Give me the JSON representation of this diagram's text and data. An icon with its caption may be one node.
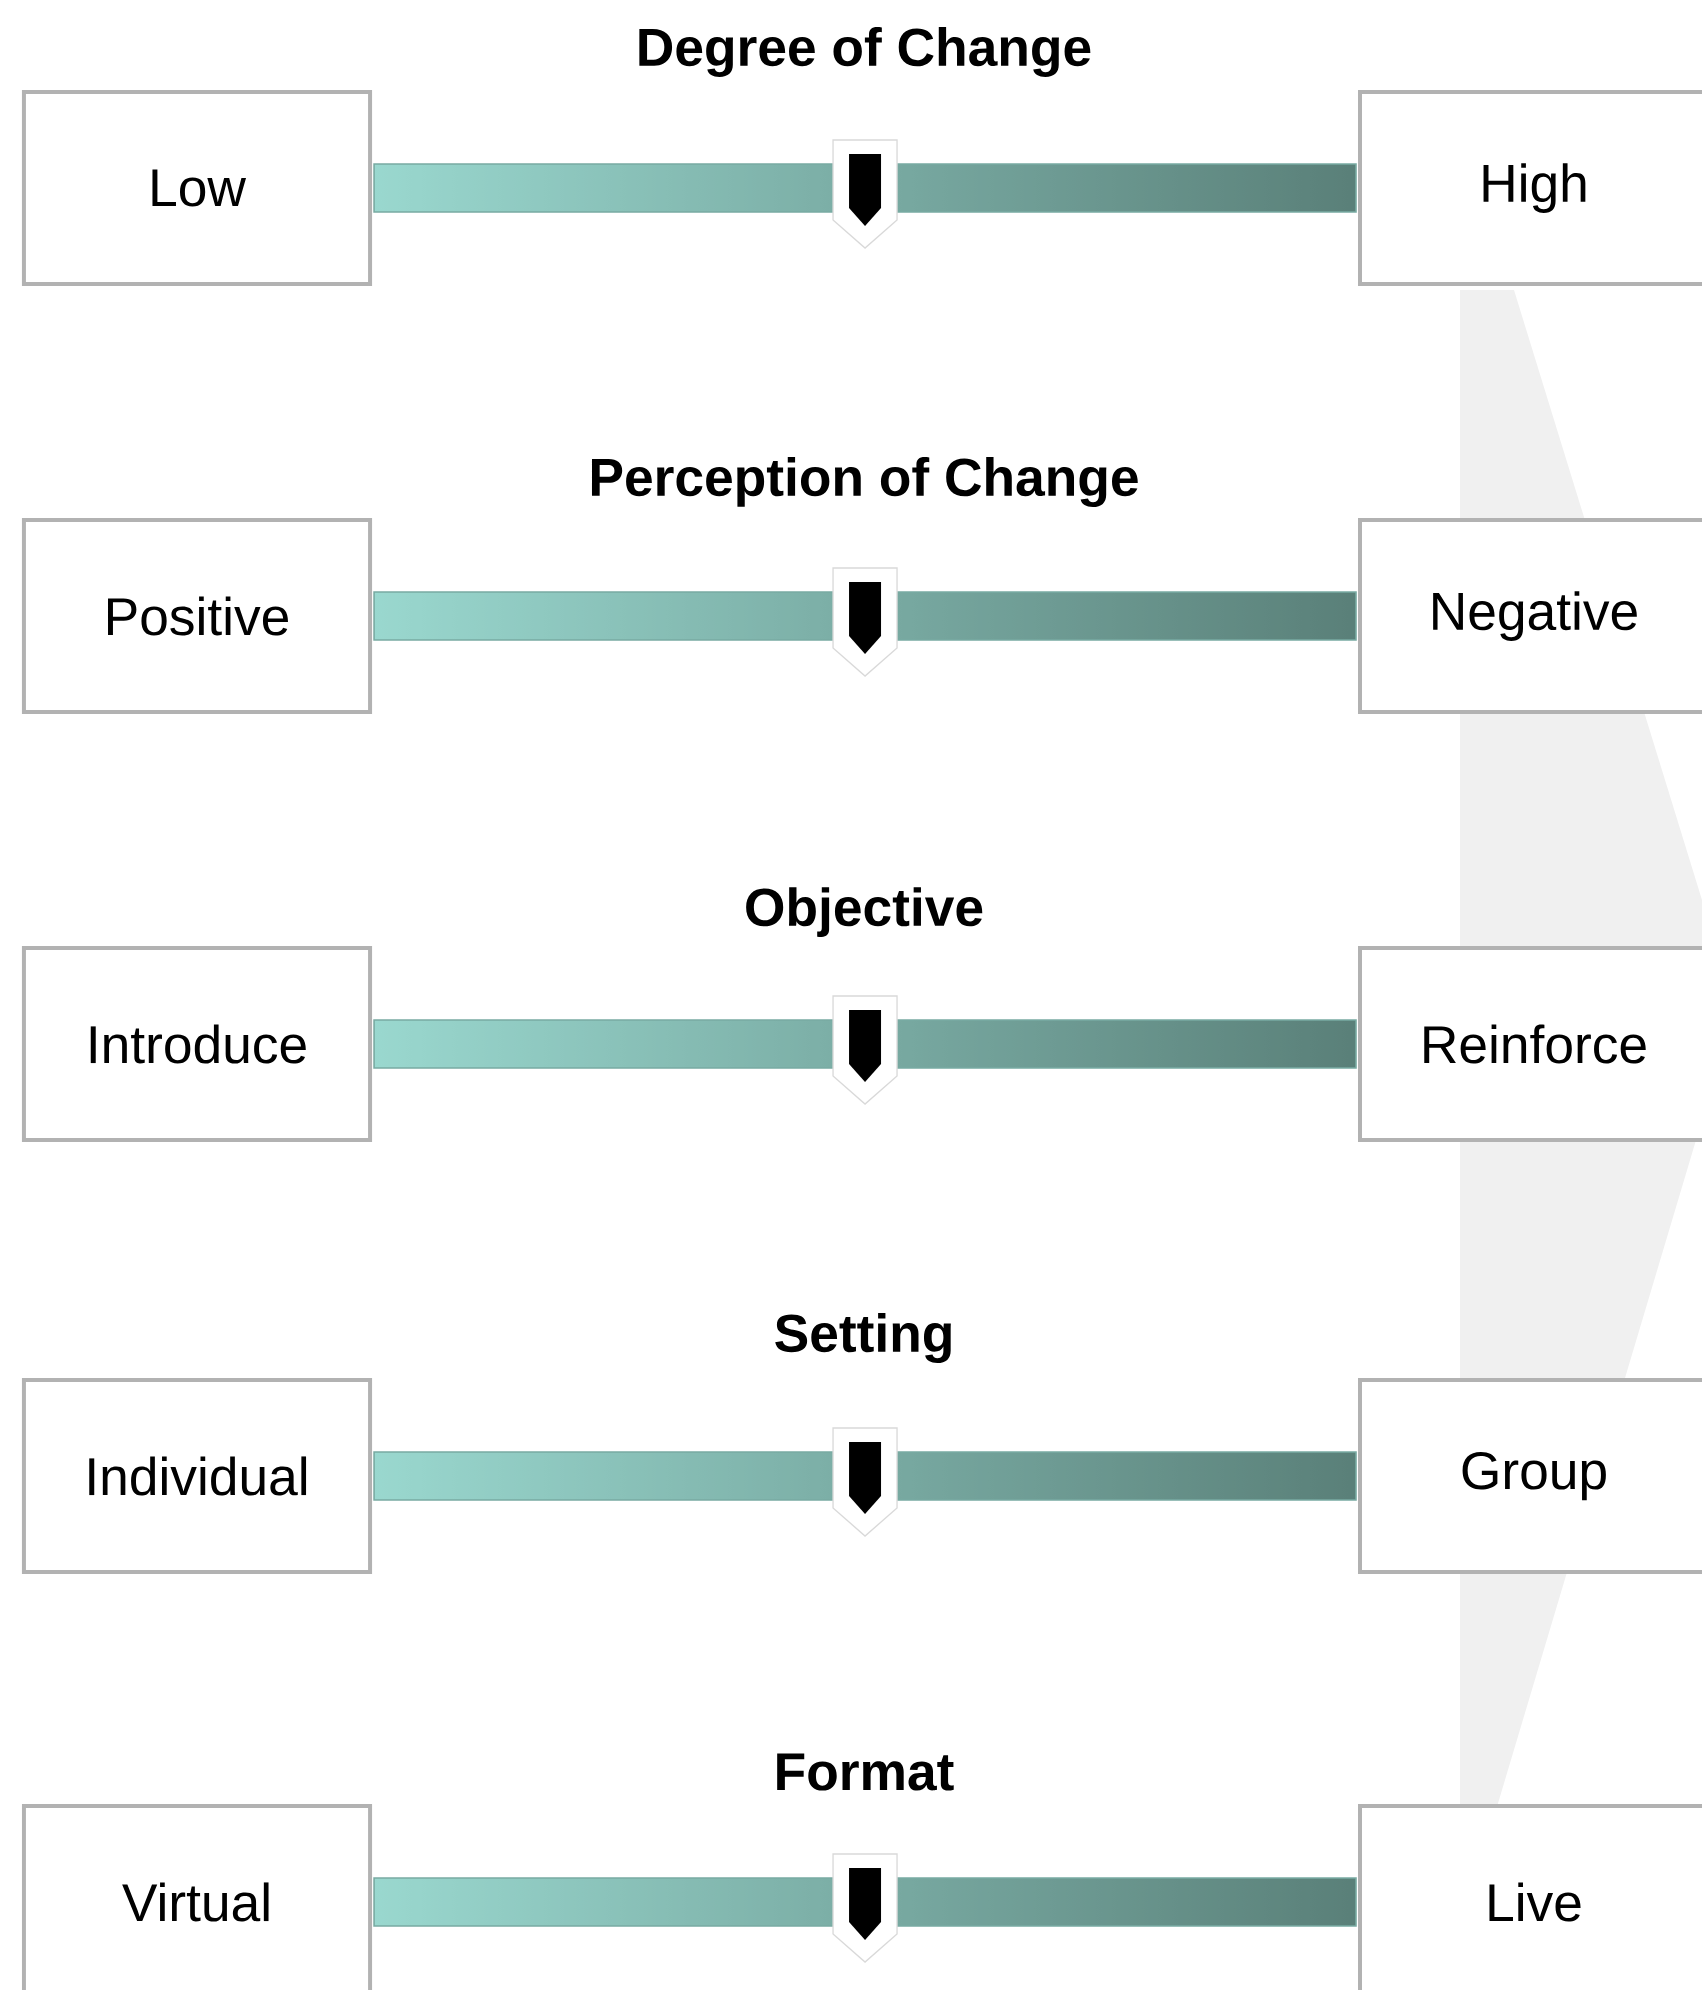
{
  "diagram": {
    "nodes": [
      {
        "text": [
          "Low"
        ]
      },
      {
        "text": [
          "High"
        ]
      },
      {
        "text": [
          "Positive"
        ]
      },
      {
        "text": [
          "Negative"
        ]
      },
      {
        "text": [
          "Introduce"
        ]
      },
      {
        "text": [
          "Reinforce"
        ]
      },
      {
        "text": [
          "Individual"
        ]
      },
      {
        "text": [
          "Group"
        ]
      },
      {
        "text": [
          "Virtual"
        ]
      },
      {
        "text": [
          "Live"
        ]
      }
    ],
    "edges": [
      {
        "from": 0,
        "to": 1,
        "arrow": "none"
      },
      {
        "from": 2,
        "to": 3,
        "arrow": "none"
      },
      {
        "from": 4,
        "to": 5,
        "arrow": "none"
      },
      {
        "from": 6,
        "to": 7,
        "arrow": "none"
      },
      {
        "from": 8,
        "to": 9,
        "arrow": "none"
      }
    ],
    "labels": [
      "Degree of Change",
      "Perception of Change",
      "Objective",
      "Setting",
      "Format"
    ]
  }
}
